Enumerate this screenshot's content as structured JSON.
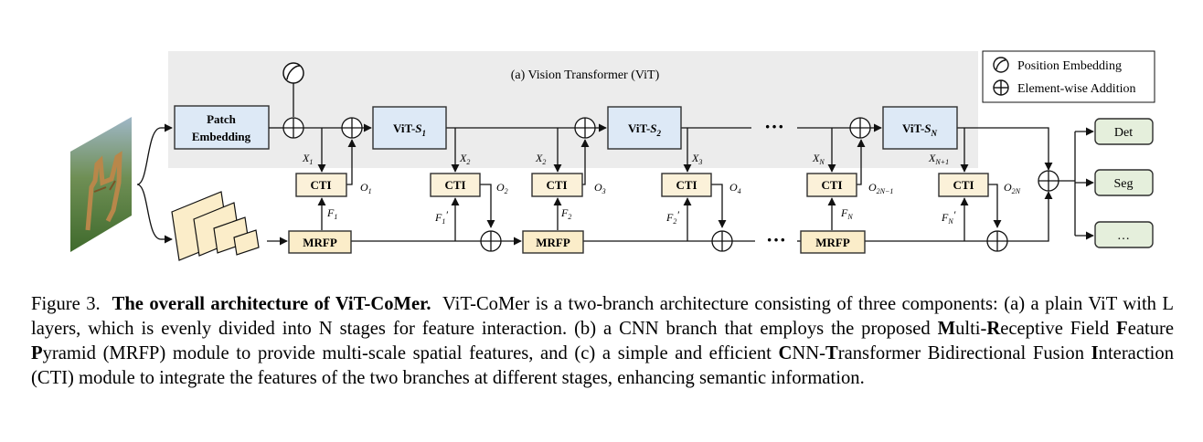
{
  "diagram": {
    "vit_title": "(a) Vision Transformer (ViT)",
    "legend": {
      "pos_embed": "Position Embedding",
      "add": "Element-wise Addition"
    },
    "patch_embedding": [
      "Patch",
      "Embedding"
    ],
    "vit_stages": [
      {
        "prefix": "ViT-",
        "var": "S",
        "sub": "1"
      },
      {
        "prefix": "ViT-",
        "var": "S",
        "sub": "2"
      },
      {
        "prefix": "ViT-",
        "var": "S",
        "sub": "N"
      }
    ],
    "cti": "CTI",
    "mrfp": "MRFP",
    "ellipsis": "···",
    "x_labels": [
      {
        "v": "X",
        "s": "1"
      },
      {
        "v": "X",
        "s": "2"
      },
      {
        "v": "X",
        "s": "2"
      },
      {
        "v": "X",
        "s": "3"
      },
      {
        "v": "X",
        "s": "N"
      },
      {
        "v": "X",
        "s": "N+1"
      }
    ],
    "o_labels": [
      {
        "v": "O",
        "s": "1"
      },
      {
        "v": "O",
        "s": "2"
      },
      {
        "v": "O",
        "s": "3"
      },
      {
        "v": "O",
        "s": "4"
      },
      {
        "v": "O",
        "s": "2N−1"
      },
      {
        "v": "O",
        "s": "2N"
      }
    ],
    "f_labels": [
      {
        "v": "F",
        "s": "1",
        "p": ""
      },
      {
        "v": "F",
        "s": "1",
        "p": "′"
      },
      {
        "v": "F",
        "s": "2",
        "p": ""
      },
      {
        "v": "F",
        "s": "2",
        "p": "′"
      },
      {
        "v": "F",
        "s": "N",
        "p": ""
      },
      {
        "v": "F",
        "s": "N",
        "p": "′"
      }
    ],
    "outputs": [
      "Det",
      "Seg",
      "…"
    ]
  },
  "caption": {
    "label": "Figure 3.",
    "title": "The overall architecture of ViT-CoMer.",
    "segments": [
      {
        "t": "ViT-CoMer is a two-branch architecture consisting of three components: (a) a plain ViT with L layers, which is evenly divided into N stages for feature interaction. (b) a CNN branch that employs the proposed ",
        "b": false
      },
      {
        "t": "M",
        "b": true
      },
      {
        "t": "ulti-",
        "b": false
      },
      {
        "t": "R",
        "b": true
      },
      {
        "t": "eceptive Field ",
        "b": false
      },
      {
        "t": "F",
        "b": true
      },
      {
        "t": "eature ",
        "b": false
      },
      {
        "t": "P",
        "b": true
      },
      {
        "t": "yramid (MRFP) module to provide multi-scale spatial features, and (c) a simple and efficient ",
        "b": false
      },
      {
        "t": "C",
        "b": true
      },
      {
        "t": "NN-",
        "b": false
      },
      {
        "t": "T",
        "b": true
      },
      {
        "t": "ransformer Bidirectional Fusion ",
        "b": false
      },
      {
        "t": "I",
        "b": true
      },
      {
        "t": "nteraction (CTI) module to integrate the features of the two branches at different stages, enhancing semantic information.",
        "b": false
      }
    ]
  }
}
